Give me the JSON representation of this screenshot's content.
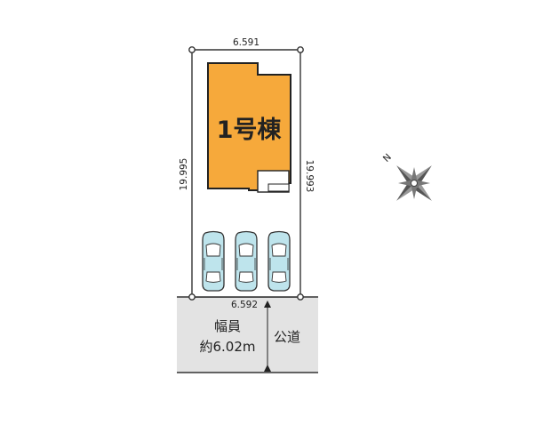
{
  "lot": {
    "top_width": "6.591",
    "bottom_width": "6.592",
    "left_depth": "19.995",
    "right_depth": "19.993"
  },
  "building": {
    "label": "1号棟",
    "color": "#F6A93B"
  },
  "parking": {
    "cars": 3,
    "car_color": "#BEE4EC"
  },
  "road": {
    "width_label_line1": "幅員",
    "width_label_line2": "約6.02m",
    "type_label": "公道",
    "color": "#E3E3E3"
  },
  "compass": {
    "north_label": "N",
    "icon": "compass-rose-icon"
  }
}
